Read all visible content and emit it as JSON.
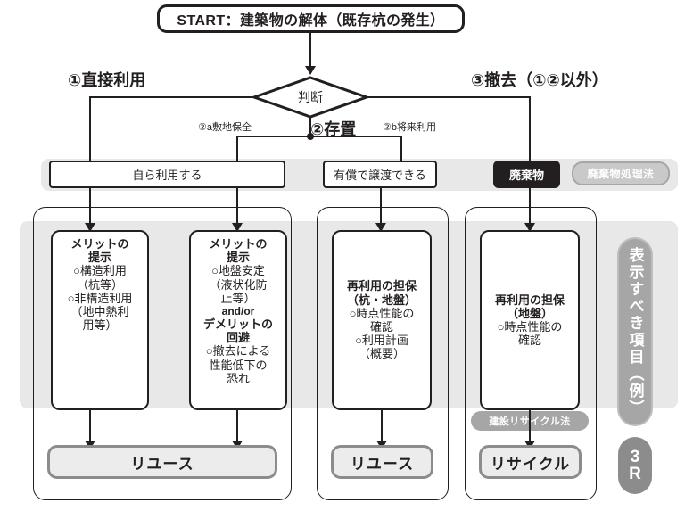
{
  "figure": {
    "start": {
      "label": "START：建築物の解体（既存杭の発生）"
    },
    "decision": {
      "label": "判断"
    },
    "branches": {
      "left": "①直接利用",
      "right": "③撤去（①②以外）",
      "middle": "②存置",
      "middle_left_sub": "②a敷地保全",
      "middle_right_sub": "②b将来利用"
    },
    "row1": [
      {
        "name": "self-use",
        "label": "自ら利用する",
        "style": "white-box"
      },
      {
        "name": "paid-transfer",
        "label": "有償で譲渡できる",
        "style": "white-box"
      },
      {
        "name": "waste",
        "label": "廃棄物",
        "style": "black-chip"
      },
      {
        "name": "waste-law",
        "label": "廃棄物処理法",
        "style": "law-pill"
      }
    ],
    "detail_boxes": [
      {
        "name": "merit-structural",
        "lines": [
          {
            "text": "メリットの",
            "kind": "head"
          },
          {
            "text": "提示",
            "kind": "head"
          },
          {
            "text": "○構造利用",
            "kind": "item"
          },
          {
            "text": "（杭等）",
            "kind": "item"
          },
          {
            "text": "○非構造利用",
            "kind": "item"
          },
          {
            "text": "（地中熱利",
            "kind": "item"
          },
          {
            "text": "用等）",
            "kind": "item"
          }
        ]
      },
      {
        "name": "merit-ground",
        "lines": [
          {
            "text": "メリットの",
            "kind": "head"
          },
          {
            "text": "提示",
            "kind": "head"
          },
          {
            "text": "○地盤安定",
            "kind": "item"
          },
          {
            "text": "（液状化防",
            "kind": "item"
          },
          {
            "text": "止等）",
            "kind": "item"
          },
          {
            "text": "and/or",
            "kind": "andor"
          },
          {
            "text": "デメリットの",
            "kind": "head"
          },
          {
            "text": "回避",
            "kind": "head"
          },
          {
            "text": "○撤去による",
            "kind": "item"
          },
          {
            "text": "性能低下の",
            "kind": "item"
          },
          {
            "text": "恐れ",
            "kind": "item"
          }
        ]
      },
      {
        "name": "reuse-guarantee-pile-ground",
        "lines": [
          {
            "text": "再利用の担保",
            "kind": "head"
          },
          {
            "text": "（杭・地盤）",
            "kind": "head"
          },
          {
            "text": "○時点性能の",
            "kind": "item"
          },
          {
            "text": "確認",
            "kind": "item"
          },
          {
            "text": "○利用計画",
            "kind": "item"
          },
          {
            "text": "（概要）",
            "kind": "item"
          }
        ]
      },
      {
        "name": "reuse-guarantee-ground",
        "lines": [
          {
            "text": "再利用の担保",
            "kind": "head"
          },
          {
            "text": "（地盤）",
            "kind": "head"
          },
          {
            "text": "○時点性能の",
            "kind": "item"
          },
          {
            "text": "確認",
            "kind": "item"
          }
        ]
      }
    ],
    "construction_recycle_law": {
      "label": "建設リサイクル法"
    },
    "results": [
      {
        "name": "reuse-left",
        "label": "リユース"
      },
      {
        "name": "reuse-middle",
        "label": "リユース"
      },
      {
        "name": "recycle-right",
        "label": "リサイクル"
      }
    ],
    "side": {
      "display_items": "表示すべき項目（例）",
      "three_r_top": "3",
      "three_r_bottom": "R"
    }
  },
  "colors": {
    "ink": "#231f20",
    "band": "#e8e8e8",
    "gray_pill": "#a6a6a6",
    "result_fill": "#ececec",
    "result_border": "#8c8c8c"
  }
}
